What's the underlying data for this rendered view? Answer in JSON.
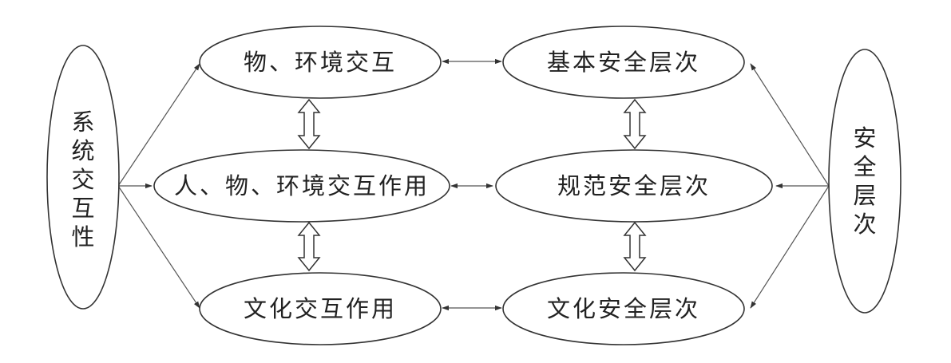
{
  "diagram": {
    "left_node": {
      "label": [
        "系",
        "统",
        "交",
        "互",
        "性"
      ]
    },
    "right_node": {
      "label": [
        "安",
        "全",
        "层",
        "次"
      ]
    },
    "interaction_nodes": {
      "top": "物、环境交互",
      "middle": "人、物、环境交互作用",
      "bottom": "文化交互作用"
    },
    "safety_nodes": {
      "top": "基本安全层次",
      "middle": "规范安全层次",
      "bottom": "文化安全层次"
    }
  }
}
